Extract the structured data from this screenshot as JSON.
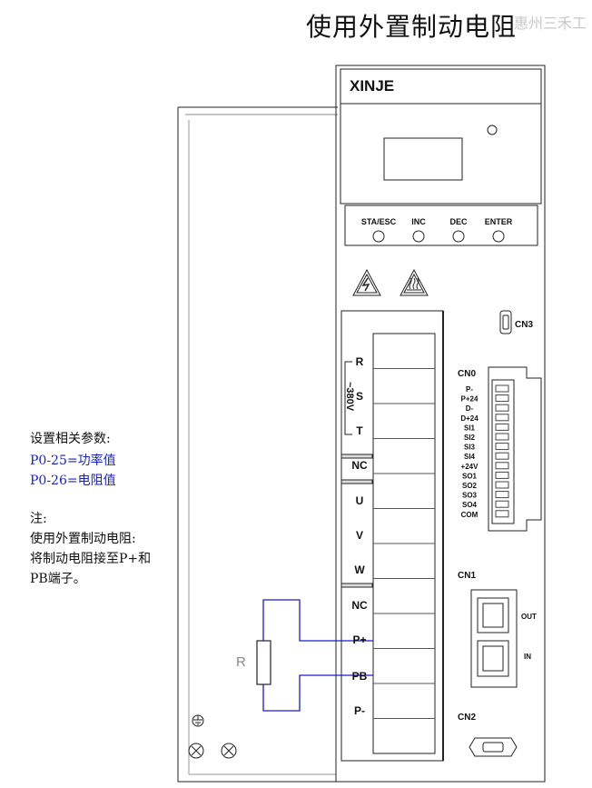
{
  "title": "使用外置制动电阻",
  "watermark": "惠州三禾工",
  "brand": "XINJE",
  "buttons": [
    "STA/ESC",
    "INC",
    "DEC",
    "ENTER"
  ],
  "power_terminals": [
    "R",
    "S",
    "T",
    "NC",
    "U",
    "V",
    "W",
    "NC",
    "P+",
    "PB",
    "P-"
  ],
  "voltage_label": "~380V",
  "cn3": "CN3",
  "cn0": "CN0",
  "cn0_pins": [
    "P-",
    "P+24",
    "D-",
    "D+24",
    "SI1",
    "SI2",
    "SI3",
    "SI4",
    "+24V",
    "SO1",
    "SO2",
    "SO3",
    "SO4",
    "COM"
  ],
  "cn1": "CN1",
  "cn1_out": "OUT",
  "cn1_in": "IN",
  "cn2": "CN2",
  "resistor_label": "R",
  "notes": {
    "settings_title": "设置相关参数:",
    "p0_25": "P0-25=功率值",
    "p0_26": "P0-26=电阻值",
    "note_title": "注:",
    "note_line1": "使用外置制动电阻:",
    "note_line2": "将制动电阻接至P+和",
    "note_line3": "PB端子。"
  },
  "colors": {
    "wire": "#1a1ad0",
    "param_text": "#1a24c8"
  }
}
